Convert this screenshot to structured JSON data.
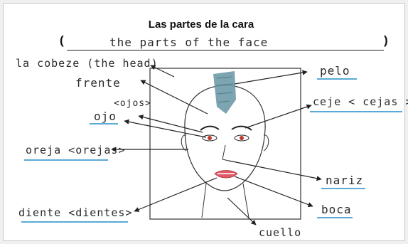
{
  "title": "Las partes de la cara",
  "subtitle_handwritten": "the parts of the face",
  "paren_open": "(",
  "paren_close": ")",
  "labels": {
    "head": "la cobeze (the head)",
    "forehead": "frente",
    "eyes_plural": "<ojos>",
    "eye": "ojo",
    "ear": "oreja <orejas>",
    "tooth": "diente <dientes>",
    "hair": "pelo",
    "eyebrow": "ceje < cejas >",
    "nose": "nariz",
    "mouth": "boca",
    "neck": "cuello"
  },
  "colors": {
    "accent_blue": "#5aa9d6",
    "hair_fill": "#6e9aa8",
    "lips": "#e05a6a",
    "ink": "#2a2a2a"
  }
}
